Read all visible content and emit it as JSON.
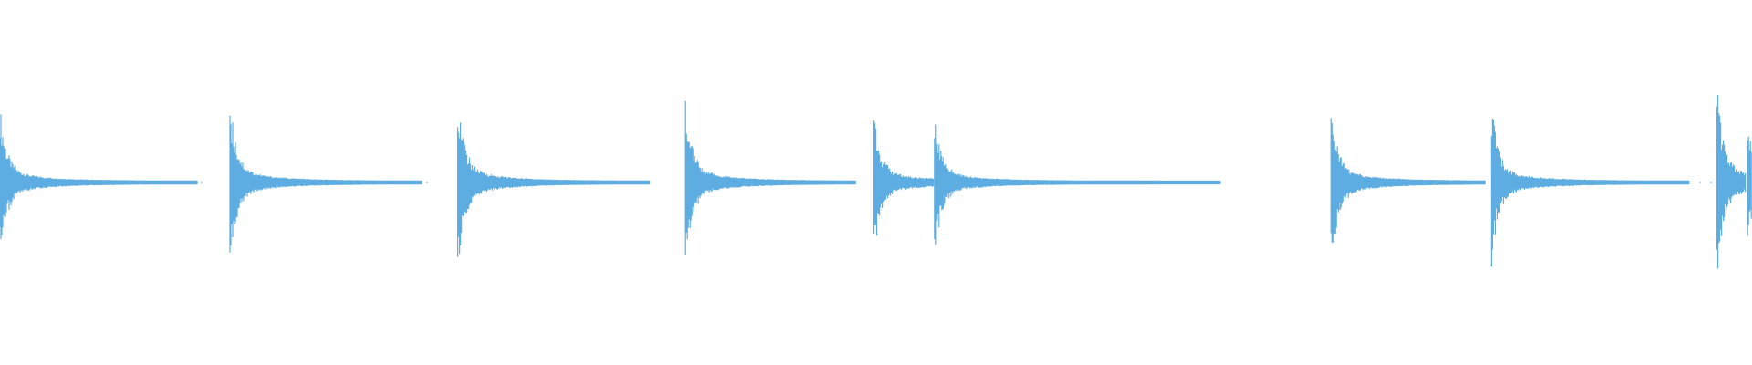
{
  "waveform": {
    "color": "#5dade2",
    "background": "#ffffff",
    "duration_s": 16.0,
    "baseline_amplitude": 0.02,
    "transients": [
      {
        "time_s": 0.0,
        "peak_top": 0.8,
        "peak_bottom": 0.8,
        "decay_s": 1.8
      },
      {
        "time_s": 2.1,
        "peak_top": 0.88,
        "peak_bottom": 0.85,
        "decay_s": 1.75
      },
      {
        "time_s": 4.18,
        "peak_top": 0.96,
        "peak_bottom": 0.98,
        "decay_s": 1.75
      },
      {
        "time_s": 6.26,
        "peak_top": 0.88,
        "peak_bottom": 0.88,
        "decay_s": 1.55
      },
      {
        "time_s": 7.98,
        "peak_top": 0.76,
        "peak_bottom": 0.77,
        "decay_s": 0.55
      },
      {
        "time_s": 8.54,
        "peak_top": 0.71,
        "peak_bottom": 0.72,
        "decay_s": 2.6
      },
      {
        "time_s": 12.16,
        "peak_top": 0.81,
        "peak_bottom": 0.84,
        "decay_s": 1.4
      },
      {
        "time_s": 13.62,
        "peak_top": 0.83,
        "peak_bottom": 0.87,
        "decay_s": 1.8
      },
      {
        "time_s": 15.68,
        "peak_top": 1.0,
        "peak_bottom": 1.0,
        "decay_s": 0.26
      },
      {
        "time_s": 15.96,
        "peak_top": 0.6,
        "peak_bottom": 0.6,
        "decay_s": 0.2
      }
    ]
  }
}
